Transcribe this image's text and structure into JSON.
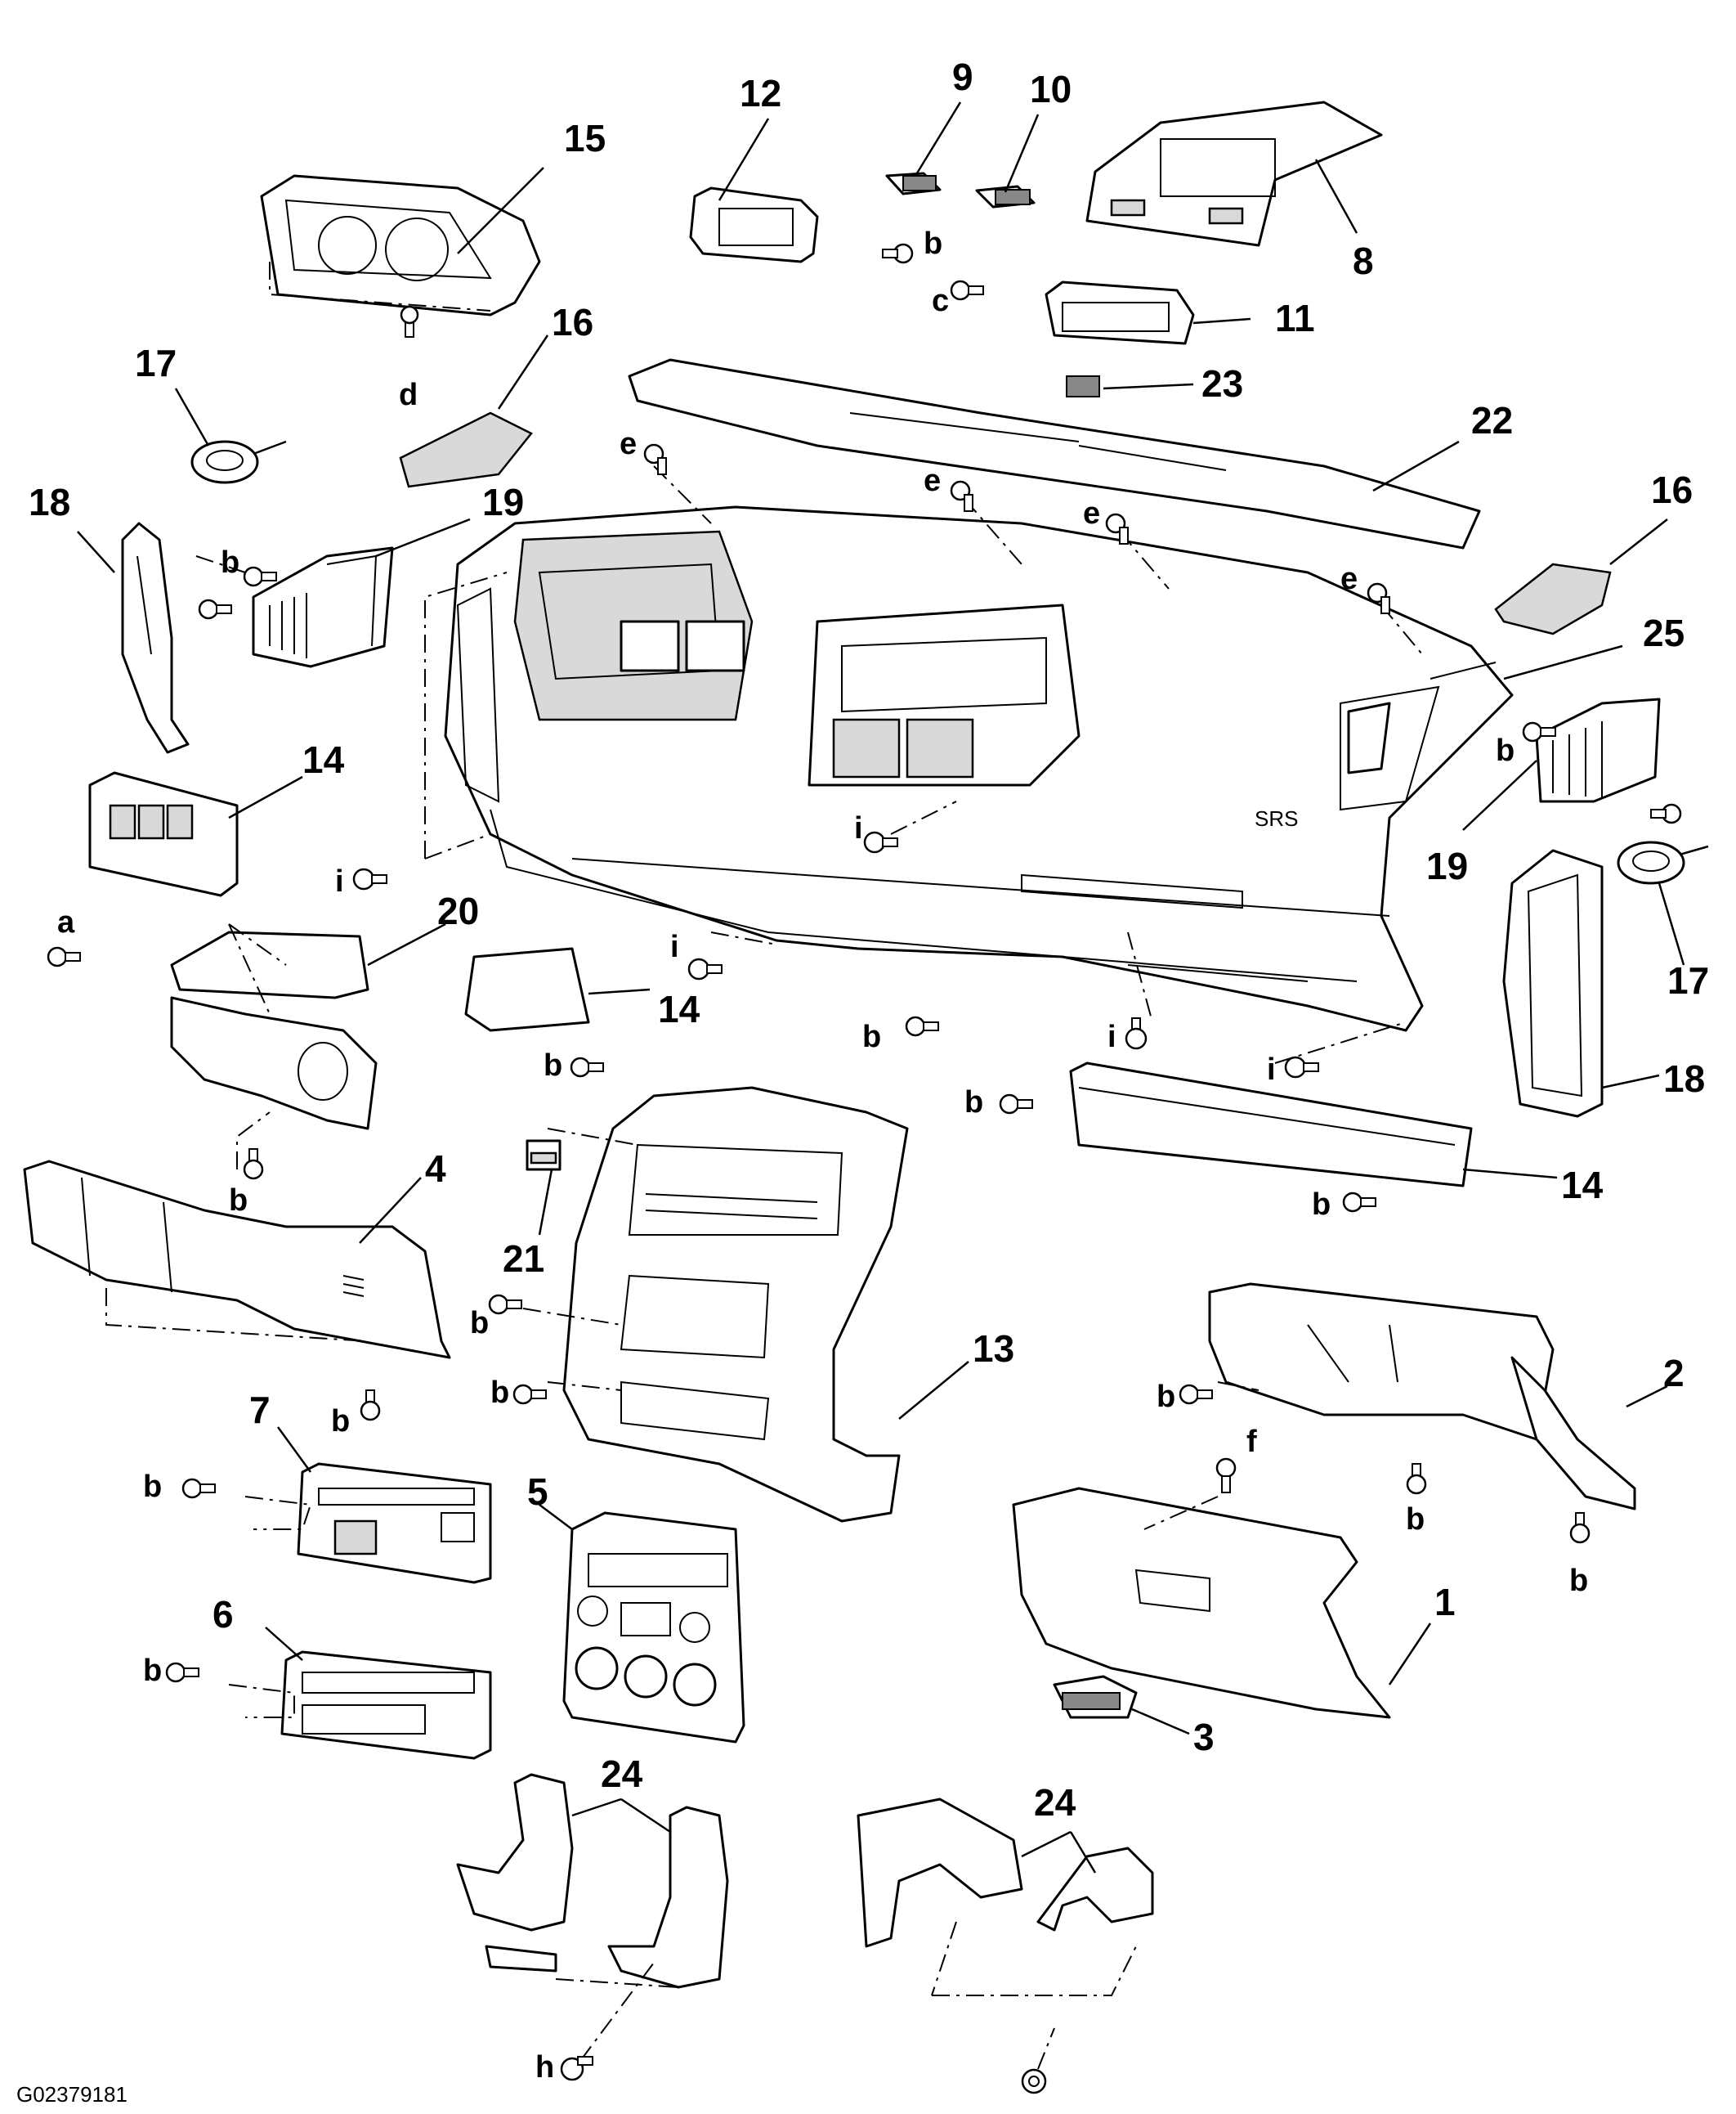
{
  "figure": {
    "id_code": "G02379181"
  },
  "callouts": {
    "c1": "1",
    "c2": "2",
    "c3": "3",
    "c4": "4",
    "c5": "5",
    "c6": "6",
    "c7": "7",
    "c8": "8",
    "c9": "9",
    "c10": "10",
    "c11": "11",
    "c12": "12",
    "c13": "13",
    "c14a": "14",
    "c14b": "14",
    "c14c": "14",
    "c15": "15",
    "c16a": "16",
    "c16b": "16",
    "c17a": "17",
    "c17b": "17",
    "c18a": "18",
    "c18b": "18",
    "c19a": "19",
    "c19b": "19",
    "c20": "20",
    "c21": "21",
    "c22": "22",
    "c23": "23",
    "c24a": "24",
    "c24b": "24",
    "c25": "25"
  },
  "fasteners": {
    "a": "a",
    "b": "b",
    "c": "c",
    "d": "d",
    "e": "e",
    "f": "f",
    "h": "h",
    "i": "i"
  }
}
